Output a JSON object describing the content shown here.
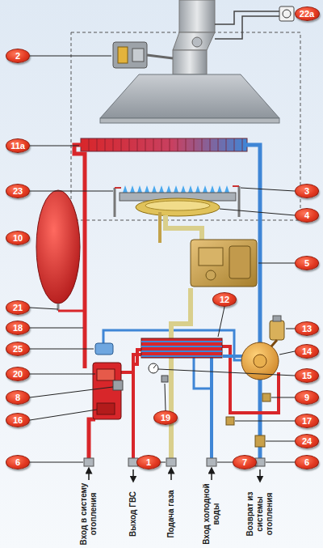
{
  "diagram": {
    "nodes": [
      {
        "text": [
          "22a"
        ]
      },
      {
        "text": [
          "2"
        ]
      },
      {
        "text": [
          "11a"
        ]
      },
      {
        "text": [
          "23"
        ]
      },
      {
        "text": [
          "3"
        ]
      },
      {
        "text": [
          "4"
        ]
      },
      {
        "text": [
          "10"
        ]
      },
      {
        "text": [
          "5"
        ]
      },
      {
        "text": [
          "12"
        ]
      },
      {
        "text": [
          "21"
        ]
      },
      {
        "text": [
          "18"
        ]
      },
      {
        "text": [
          "13"
        ]
      },
      {
        "text": [
          "25"
        ]
      },
      {
        "text": [
          "14"
        ]
      },
      {
        "text": [
          "20"
        ]
      },
      {
        "text": [
          "15"
        ]
      },
      {
        "text": [
          "8"
        ]
      },
      {
        "text": [
          "9"
        ]
      },
      {
        "text": [
          "19"
        ]
      },
      {
        "text": [
          "16"
        ]
      },
      {
        "text": [
          "17"
        ]
      },
      {
        "text": [
          "24"
        ]
      },
      {
        "text": [
          "6"
        ]
      },
      {
        "text": [
          "1"
        ]
      },
      {
        "text": [
          "7"
        ]
      },
      {
        "text": [
          "6"
        ]
      }
    ],
    "labels": [
      "Вход в систему отопления",
      "Выход ГВС",
      "Подача газа",
      "Вход холодной воды",
      "Возврат из системы отопления"
    ]
  }
}
